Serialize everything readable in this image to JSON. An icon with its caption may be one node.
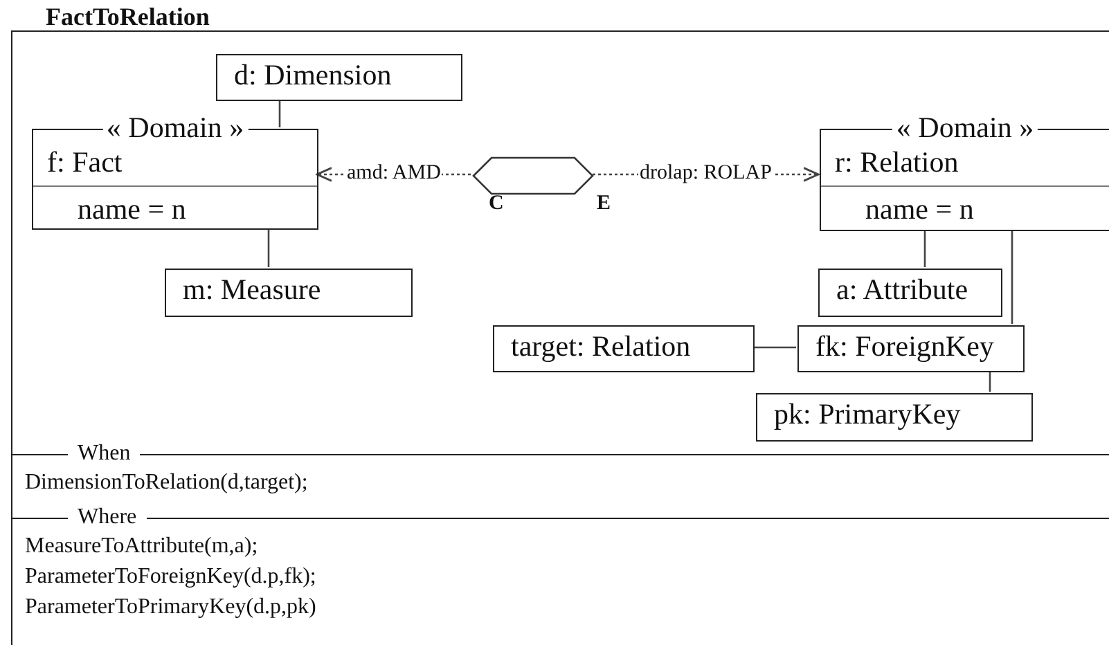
{
  "diagram": {
    "nodes": [
      {
        "text": [
          "FactToRelation"
        ]
      },
      {
        "text": [
          "d: Dimension"
        ],
        "in": 0
      },
      {
        "text": [
          "« Domain »",
          "f: Fact",
          "name = n"
        ],
        "in": 0
      },
      {
        "text": [],
        "shape": "hexagon",
        "beside": [
          "C",
          "E"
        ],
        "in": 0
      },
      {
        "text": [
          "« Domain »",
          "r: Relation",
          "name = n"
        ],
        "in": 0
      },
      {
        "text": [
          "m: Measure"
        ],
        "in": 0
      },
      {
        "text": [
          "a: Attribute"
        ],
        "in": 0
      },
      {
        "text": [
          "target: Relation"
        ],
        "in": 0
      },
      {
        "text": [
          "fk: ForeignKey"
        ],
        "in": 0
      },
      {
        "text": [
          "pk: PrimaryKey"
        ],
        "in": 0
      },
      {
        "text": [
          "When",
          "DimensionToRelation(d,target);"
        ],
        "in": 0
      },
      {
        "text": [
          "Where",
          "MeasureToAttribute(m,a);",
          "ParameterToForeignKey(d.p,fk);",
          "ParameterToPrimaryKey(d.p,pk)"
        ],
        "in": 0
      }
    ],
    "edges": [
      {
        "from": 1,
        "to": 2,
        "arrow": "none"
      },
      {
        "from": 2,
        "to": 5,
        "arrow": "none"
      },
      {
        "from": 3,
        "to": 2,
        "arrow": "to",
        "label": "amd: AMD",
        "style": "dashed"
      },
      {
        "from": 3,
        "to": 4,
        "arrow": "to",
        "label": "drolap: ROLAP",
        "style": "dashed"
      },
      {
        "from": 4,
        "to": 6,
        "arrow": "none"
      },
      {
        "from": 4,
        "to": 8,
        "arrow": "none"
      },
      {
        "from": 7,
        "to": 8,
        "arrow": "none"
      },
      {
        "from": 8,
        "to": 9,
        "arrow": "none"
      }
    ]
  }
}
